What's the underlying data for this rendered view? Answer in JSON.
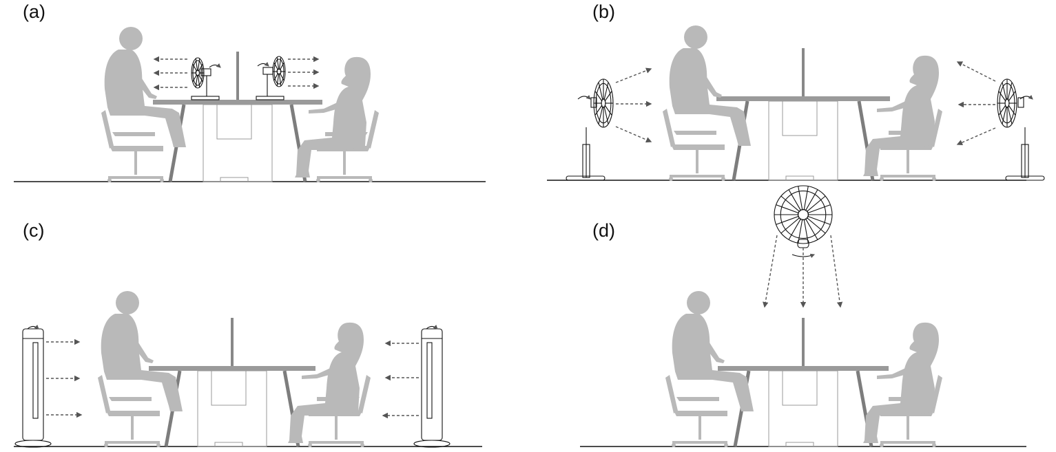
{
  "panels": [
    {
      "label": "(a)",
      "fan_type": "desk fans"
    },
    {
      "label": "(b)",
      "fan_type": "pedestal fans"
    },
    {
      "label": "(c)",
      "fan_type": "tower fans"
    },
    {
      "label": "(d)",
      "fan_type": "ceiling fan"
    }
  ],
  "icons": {
    "person": "seated-person-icon",
    "desk": "desk-icon",
    "arrow": "airflow-arrow-icon",
    "oscillation": "oscillation-arrow-icon"
  },
  "colors": {
    "silhouette": "#b9b9b9",
    "desk": "#9a9a9a",
    "line": "#111111",
    "arrow": "#555555"
  }
}
